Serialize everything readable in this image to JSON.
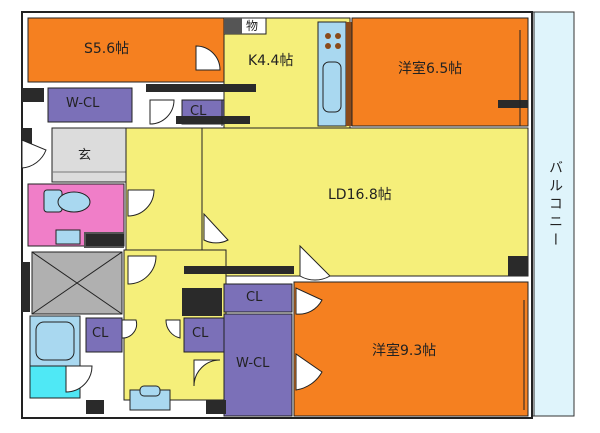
{
  "rooms": {
    "s_room": "S5.6帖",
    "kitchen": "K4.4帖",
    "storage": "物",
    "western_room_upper": "洋室6.5帖",
    "wcl_upper": "W-CL",
    "cl_upper": "CL",
    "entrance": "玄",
    "living_dining": "LD16.8帖",
    "balcony": "バルコニー",
    "cl_middle": "CL",
    "cl_lower_left": "CL",
    "cl_lower_mid": "CL",
    "wcl_lower": "W-CL",
    "western_room_lower": "洋室9.3帖"
  },
  "colors": {
    "orange": "#f58020",
    "yellow": "#f5ef7a",
    "purple": "#7b70b8",
    "blue": "#a9d8f0",
    "pink": "#f07ec8",
    "cyan": "#4fe8f5",
    "gray": "#b0b0b0",
    "wall": "#2a2a2a",
    "light_gray": "#cfcfcf"
  }
}
